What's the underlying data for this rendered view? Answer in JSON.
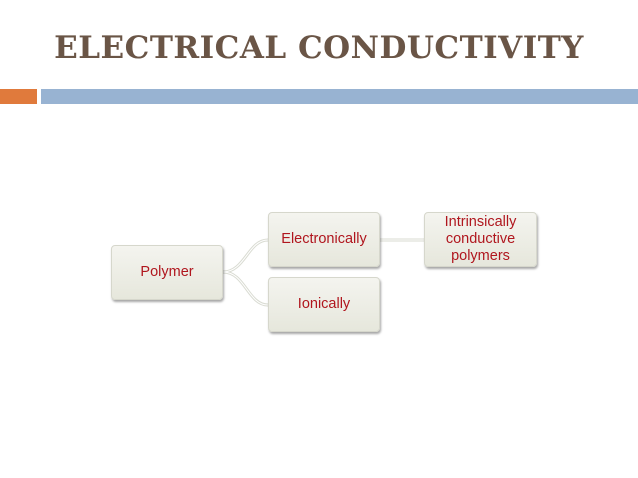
{
  "slide": {
    "title": "ELECTRICAL CONDUCTIVITY"
  },
  "diagram": {
    "nodes": {
      "polymer": "Polymer",
      "electronic": "Electronically",
      "ionic": "Ionically",
      "intrinsic": "Intrinsically conductive polymers"
    },
    "edges": [
      [
        "polymer",
        "electronic"
      ],
      [
        "polymer",
        "ionic"
      ],
      [
        "electronic",
        "intrinsic"
      ]
    ]
  },
  "colors": {
    "title": "#6a5546",
    "accent_orange": "#e07a3c",
    "accent_blue": "#98b3d2",
    "node_text": "#b0161e",
    "node_fill": "#eceee4"
  }
}
